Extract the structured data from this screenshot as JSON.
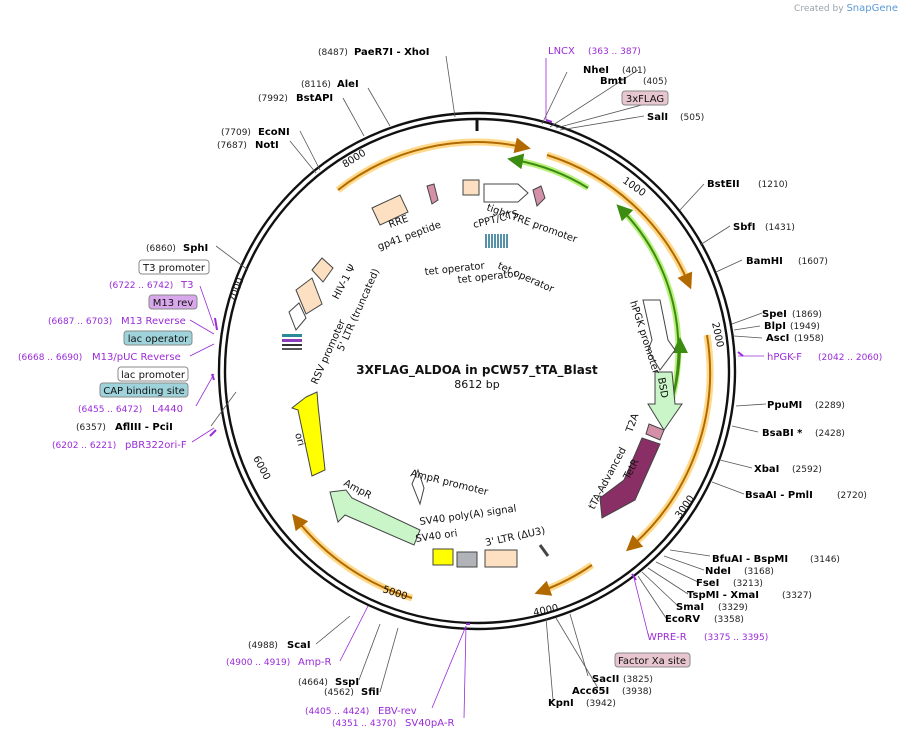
{
  "credit": {
    "prefix": "Created by",
    "brand": "SnapGene"
  },
  "map": {
    "name": "3XFLAG_ALDOA in pCW57_tTA_Blast",
    "length_label": "8612 bp",
    "length": 8612
  },
  "ticks": [
    "1000",
    "2000",
    "3000",
    "4000",
    "5000",
    "6000",
    "7000",
    "8000"
  ],
  "enzymes": [
    {
      "name": "PaeR7I  - XhoI",
      "pos": "(8487)"
    },
    {
      "name": "AleI",
      "pos": "(8116)"
    },
    {
      "name": "BstAPI",
      "pos": "(7992)"
    },
    {
      "name": "EcoNI",
      "pos": "(7709)"
    },
    {
      "name": "NotI",
      "pos": "(7687)"
    },
    {
      "name": "SphI",
      "pos": "(6860)"
    },
    {
      "name": "AflIII  - PciI",
      "pos": "(6357)"
    },
    {
      "name": "NheI",
      "pos": "(401)"
    },
    {
      "name": "BmtI",
      "pos": "(405)"
    },
    {
      "name": "SalI",
      "pos": "(505)"
    },
    {
      "name": "BstEII",
      "pos": "(1210)"
    },
    {
      "name": "SbfI",
      "pos": "(1431)"
    },
    {
      "name": "BamHI",
      "pos": "(1607)"
    },
    {
      "name": "SpeI",
      "pos": "(1869)"
    },
    {
      "name": "BlpI",
      "pos": "(1949)"
    },
    {
      "name": "AscI",
      "pos": "(1958)"
    },
    {
      "name": "PpuMI",
      "pos": "(2289)"
    },
    {
      "name": "BsaBI *",
      "pos": "(2428)"
    },
    {
      "name": "XbaI",
      "pos": "(2592)"
    },
    {
      "name": "BsaAI  - PmlI",
      "pos": "(2720)"
    },
    {
      "name": "BfuAI  - BspMI",
      "pos": "(3146)"
    },
    {
      "name": "NdeI",
      "pos": "(3168)"
    },
    {
      "name": "FseI",
      "pos": "(3213)"
    },
    {
      "name": "TspMI  - XmaI",
      "pos": "(3327)"
    },
    {
      "name": "SmaI",
      "pos": "(3329)"
    },
    {
      "name": "EcoRV",
      "pos": "(3358)"
    },
    {
      "name": "SacII",
      "pos": "(3825)"
    },
    {
      "name": "Acc65I",
      "pos": "(3938)"
    },
    {
      "name": "KpnI",
      "pos": "(3942)"
    },
    {
      "name": "ScaI",
      "pos": "(4988)"
    },
    {
      "name": "SspI",
      "pos": "(4664)"
    },
    {
      "name": "SfiI",
      "pos": "(4562)"
    }
  ],
  "primers": [
    {
      "name": "LNCX",
      "pos": "(363 .. 387)"
    },
    {
      "name": "T3",
      "pos": "(6722 .. 6742)"
    },
    {
      "name": "M13 Reverse",
      "pos": "(6687 .. 6703)"
    },
    {
      "name": "M13/pUC Reverse",
      "pos": "(6668 .. 6690)"
    },
    {
      "name": "L4440",
      "pos": "(6455 .. 6472)"
    },
    {
      "name": "pBR322ori-F",
      "pos": "(6202 .. 6221)"
    },
    {
      "name": "hPGK-F",
      "pos": "(2042 .. 2060)"
    },
    {
      "name": "WPRE-R",
      "pos": "(3375 .. 3395)"
    },
    {
      "name": "Amp-R",
      "pos": "(4900 .. 4919)"
    },
    {
      "name": "EBV-rev",
      "pos": "(4405 .. 4424)"
    },
    {
      "name": "SV40pA-R",
      "pos": "(4351 .. 4370)"
    }
  ],
  "boxed_labels": [
    {
      "text": "3xFLAG",
      "color": "#e8c6cf"
    },
    {
      "text": "T3 promoter",
      "color": "#ffffff"
    },
    {
      "text": "M13 rev",
      "color": "#d8a7ec"
    },
    {
      "text": "lac operator",
      "color": "#9fd3dc"
    },
    {
      "text": "lac promoter",
      "color": "#ffffff"
    },
    {
      "text": "CAP binding site",
      "color": "#9fd3dc"
    },
    {
      "text": "Factor Xa site",
      "color": "#e8c6cf"
    }
  ],
  "features": [
    "RRE",
    "gp41 peptide",
    "tight TRE promoter",
    "cPPT/CTS",
    "tet operator",
    "tet operator",
    "tet operator",
    "HIV-1 Ψ",
    "5' LTR (truncated)",
    "RSV promoter",
    "hPGK promoter",
    "BSD",
    "T2A",
    "tTA-Advanced",
    "TetR",
    "ori",
    "AmpR",
    "AmpR promoter",
    "SV40 poly(A) signal",
    "SV40 ori",
    "3' LTR (ΔU3)"
  ],
  "colors": {
    "backbone": "#111111",
    "orf_arrow": "#b26a00",
    "orf_glow": "#ffd98a",
    "green_arrow": "#3c8c12",
    "green_glow": "#b8f07a",
    "primer": "#9a2bd8"
  }
}
